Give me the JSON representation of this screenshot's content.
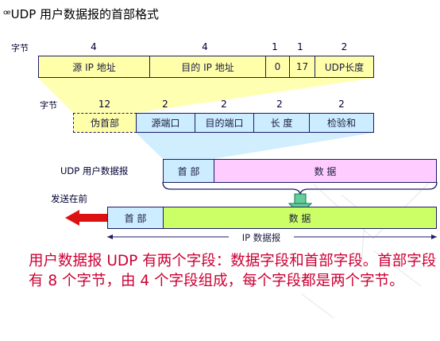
{
  "title": "UDP 用户数据报的首部格式",
  "title_bullet": "ꟹ",
  "row1": {
    "byte_label": "字节",
    "counts": [
      "4",
      "4",
      "1",
      "1",
      "2"
    ],
    "fields": [
      "源 IP 地址",
      "目的 IP 地址",
      "0",
      "17",
      "UDP长度"
    ]
  },
  "row2": {
    "byte_label": "字节",
    "counts": [
      "12",
      "2",
      "2",
      "2",
      "2"
    ],
    "fields": [
      "伪首部",
      "源端口",
      "目的端口",
      "长 度",
      "检验和"
    ]
  },
  "udp": {
    "label": "UDP 用户数据报",
    "header": "首 部",
    "data": "数        据"
  },
  "ip": {
    "send_label": "发送在前",
    "header": "首 部",
    "data": "数        据",
    "span_label": "IP 数据报"
  },
  "description": "用户数据报 UDP 有两个字段：数据字段和首部字段。首部字段有 8 个字节，由 4 个字段组成，每个字段都是两个字节。",
  "colors": {
    "yellow": "#ffffaa",
    "blue": "#ccecff",
    "pink": "#ffccff",
    "green": "#ccff66",
    "red_arrow": "#dd1111",
    "text_red": "#cc0033"
  }
}
